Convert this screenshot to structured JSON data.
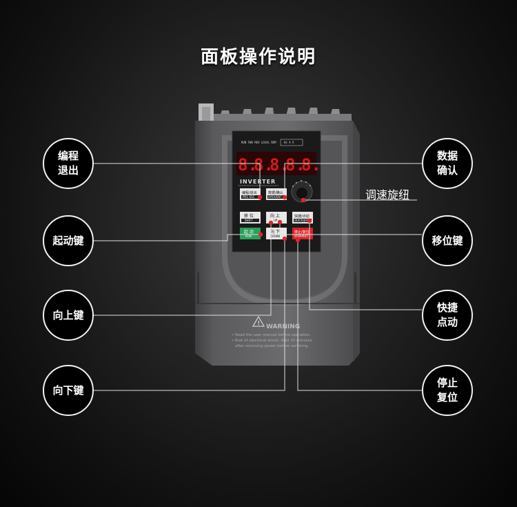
{
  "title": "面板操作说明",
  "knob_label": "调速旋纽",
  "callouts_left": [
    {
      "label": "编程\n退出"
    },
    {
      "label": "起动键"
    },
    {
      "label": "向上键"
    },
    {
      "label": "向下键"
    }
  ],
  "callouts_right": [
    {
      "label": "数据\n确认"
    },
    {
      "label": "移位键"
    },
    {
      "label": "快捷\n点动"
    },
    {
      "label": "停止\n复位"
    }
  ],
  "panel": {
    "brand": "INVERTER",
    "display_digits": "8.8.8.8.8",
    "indicators": "RUN FWD REV LOCAL REM",
    "units": "Hz  A  V",
    "keys": {
      "prg": "编程/退出",
      "prg_sub": "PRG ESC",
      "data": "数据/确认",
      "data_sub": "DATA/ENT",
      "shift": "移 位",
      "shift_sub": "SHIFT",
      "up": "向 上",
      "up_sub": "UP",
      "quick": "快捷/点动",
      "quick_sub": "QUICK/JOG",
      "run": "起 动",
      "run_sub": "RUN",
      "down": "向 下",
      "down_sub": "DOWN",
      "stop": "停止/复位",
      "stop_sub": "STOP/RST"
    },
    "warning_title": "WARNING",
    "warning_line1": "• Read the user manual before operation.",
    "warning_line2": "• Risk of electrical shock. Wait 10 minutes",
    "warning_line3": "after removing power before servicing."
  }
}
